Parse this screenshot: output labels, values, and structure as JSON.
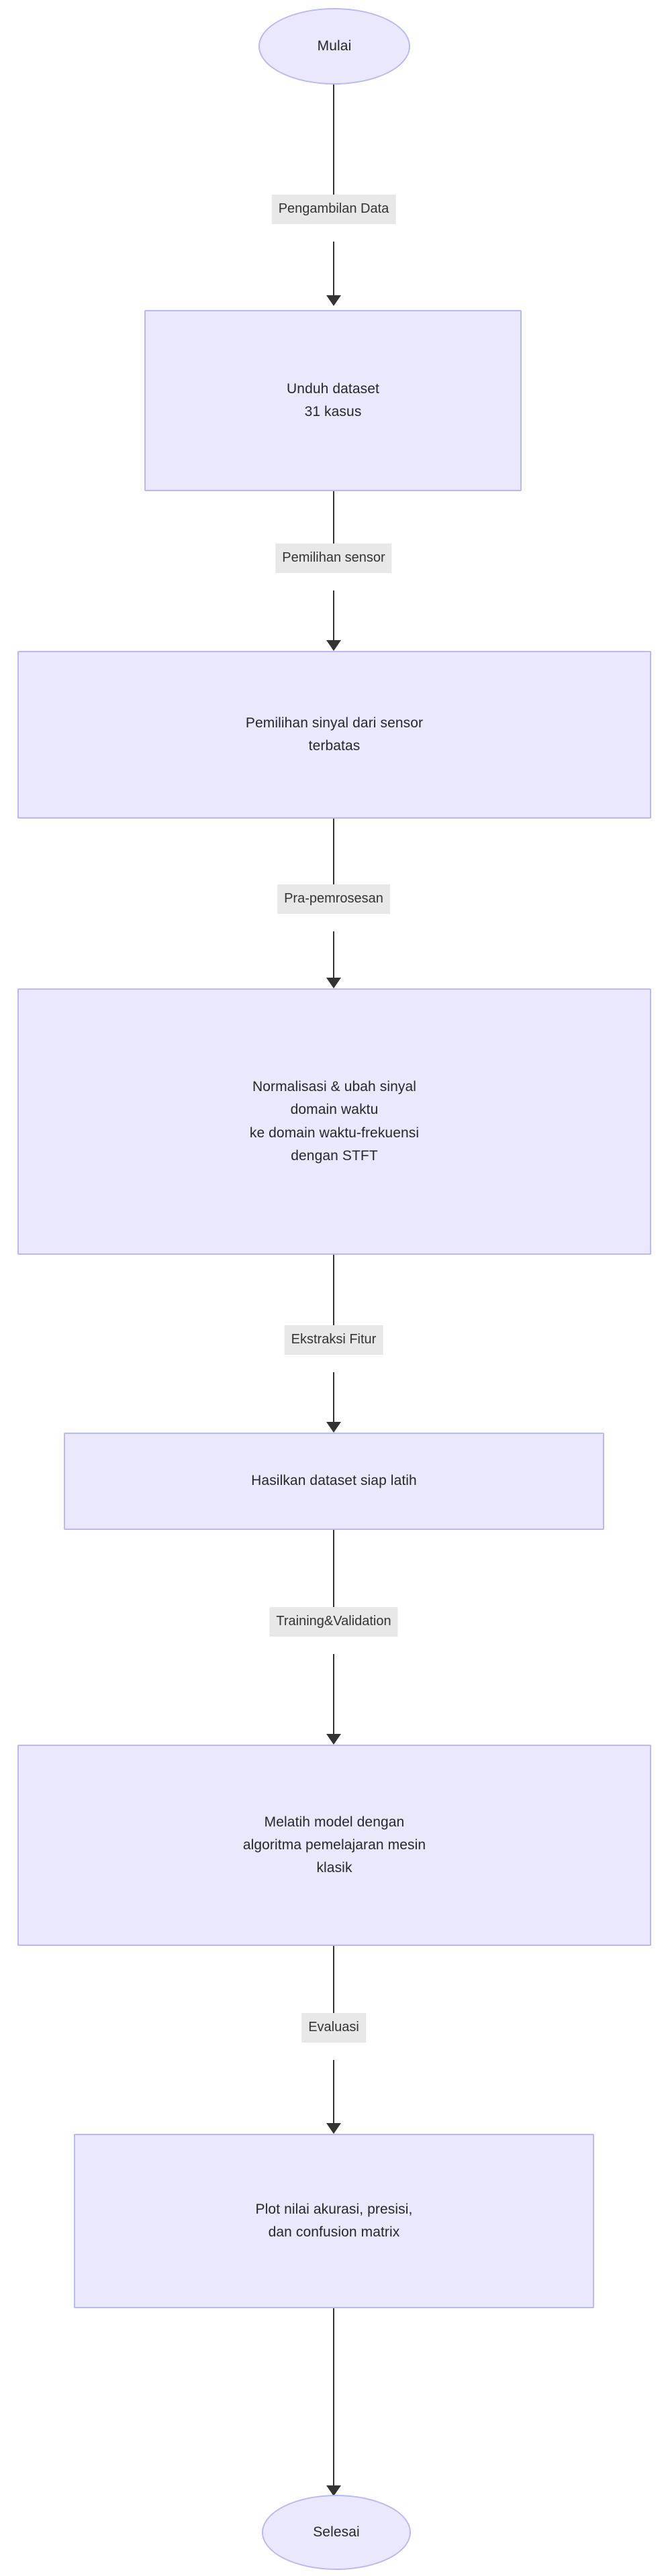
{
  "diagram": {
    "type": "flowchart",
    "direction": "top-to-bottom",
    "colors": {
      "node_fill": "#e9e8fd",
      "node_border": "#b8b9f5",
      "node_text": "#272727",
      "edge_line": "#333333",
      "edge_label_bg": "#e8e8e8",
      "edge_label_text": "#333333",
      "background": "#ffffff"
    },
    "nodes": [
      {
        "id": "start",
        "shape": "terminator",
        "text": "Mulai"
      },
      {
        "id": "download",
        "shape": "process",
        "text": "Unduh dataset\n31 kasus"
      },
      {
        "id": "selectsig",
        "shape": "process",
        "text": "Pemilihan sinyal dari sensor\nterbatas"
      },
      {
        "id": "preprocess",
        "shape": "process",
        "text": "Normalisasi & ubah sinyal\ndomain waktu\nke domain waktu-frekuensi\ndengan STFT"
      },
      {
        "id": "dataset",
        "shape": "process",
        "text": "Hasilkan dataset siap latih"
      },
      {
        "id": "train",
        "shape": "process",
        "text": "Melatih model dengan\nalgoritma pemelajaran mesin\nklasik"
      },
      {
        "id": "plot",
        "shape": "process",
        "text": "Plot nilai akurasi, presisi,\ndan confusion matrix"
      },
      {
        "id": "end",
        "shape": "terminator",
        "text": "Selesai"
      }
    ],
    "edges": [
      {
        "from": "start",
        "to": "download",
        "label": "Pengambilan Data"
      },
      {
        "from": "download",
        "to": "selectsig",
        "label": "Pemilihan sensor"
      },
      {
        "from": "selectsig",
        "to": "preprocess",
        "label": "Pra-pemrosesan"
      },
      {
        "from": "preprocess",
        "to": "dataset",
        "label": "Ekstraksi Fitur"
      },
      {
        "from": "dataset",
        "to": "train",
        "label": "Training&Validation"
      },
      {
        "from": "train",
        "to": "plot",
        "label": "Evaluasi"
      },
      {
        "from": "plot",
        "to": "end",
        "label": ""
      }
    ]
  }
}
